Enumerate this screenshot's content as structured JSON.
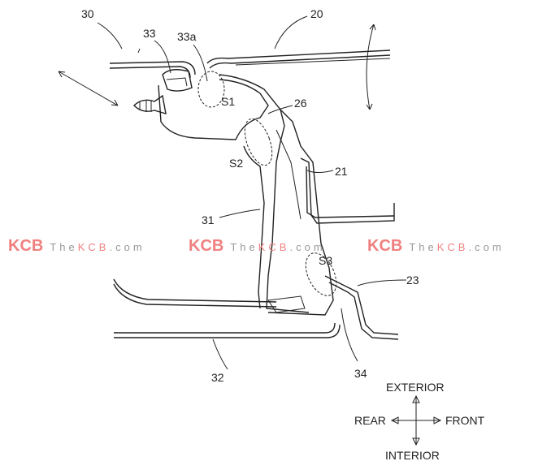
{
  "labels": {
    "l30": "30",
    "l33": "33",
    "l33a": "33a",
    "l20": "20",
    "lS1": "S1",
    "l26": "26",
    "lS2": "S2",
    "l21": "21",
    "l31": "31",
    "lS3": "S3",
    "l23": "23",
    "l32": "32",
    "l34": "34"
  },
  "directions": {
    "exterior": "EXTERIOR",
    "interior": "INTERIOR",
    "rear": "REAR",
    "front": "FRONT"
  },
  "watermark": {
    "logo": "KCB",
    "text": "TheKCB.com"
  }
}
